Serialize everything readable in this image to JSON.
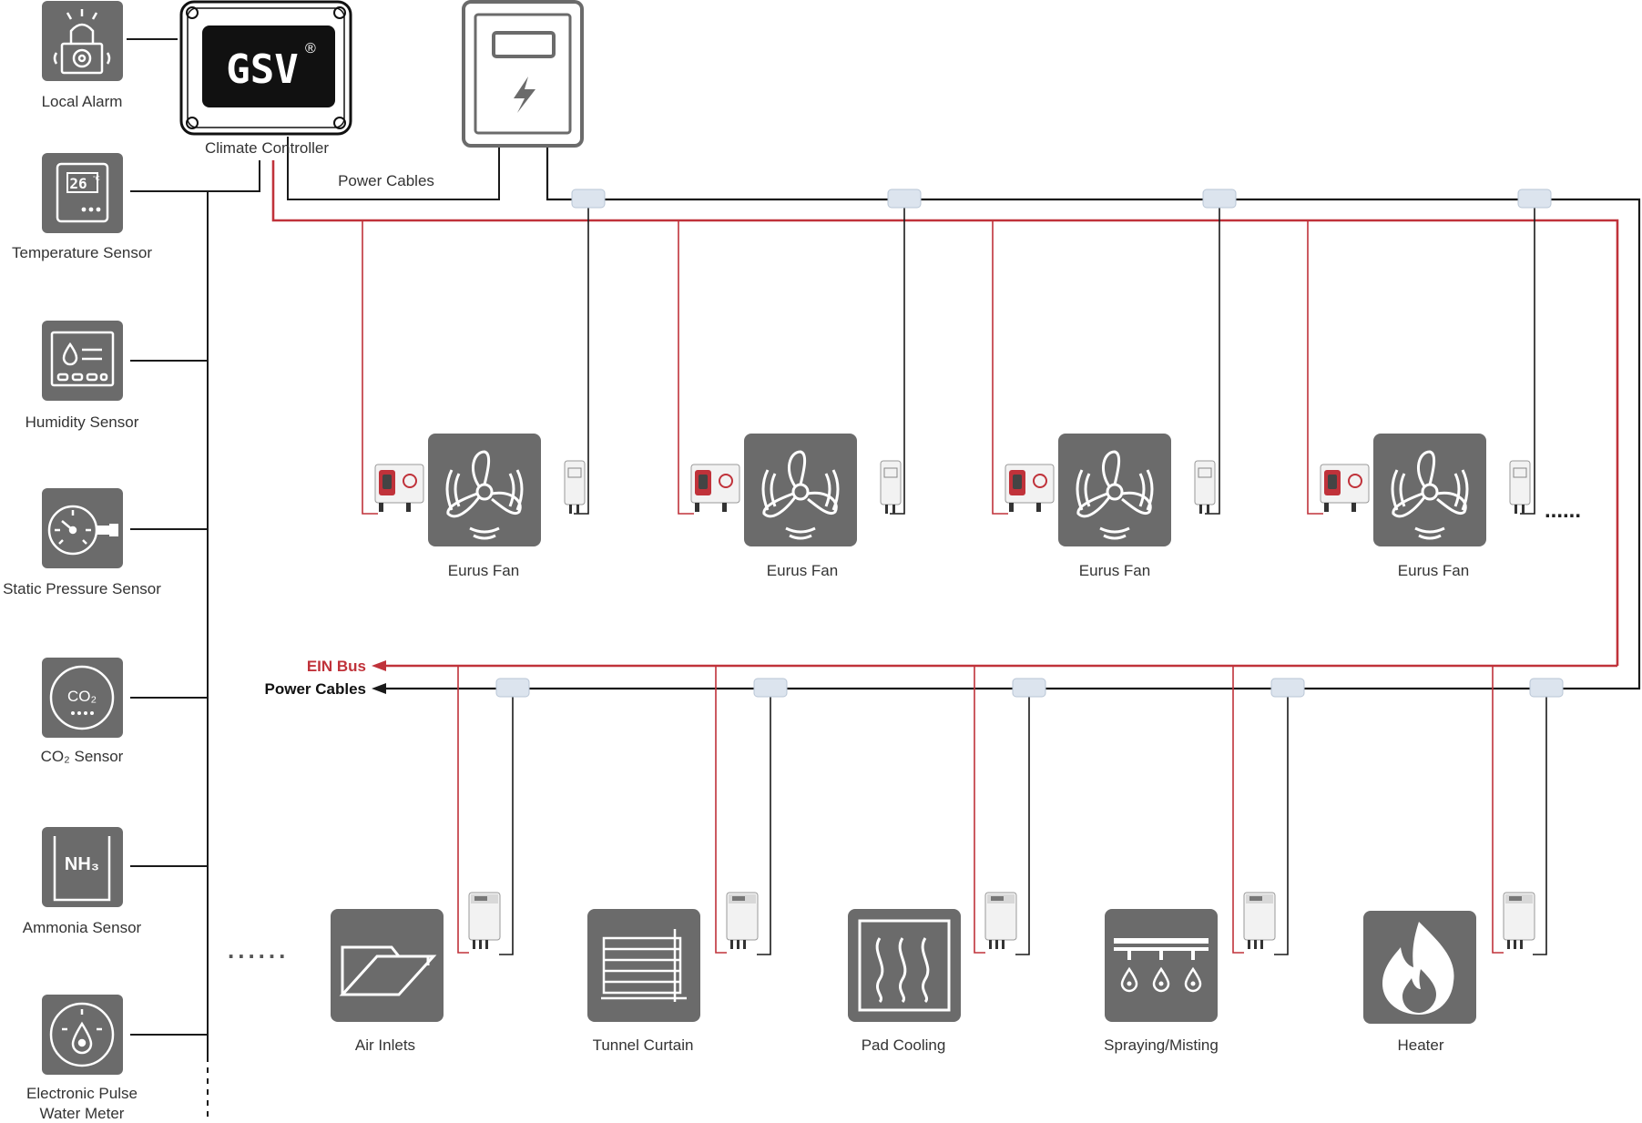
{
  "colors": {
    "icon_tile": "#6b6b6b",
    "bus_red": "#c0323a",
    "power_black": "#1a1a1a",
    "connector": "#dce4ee",
    "controller_bg": "#111111"
  },
  "controller": {
    "brand": "GSV",
    "registered_mark": "®",
    "label": "Climate Controller"
  },
  "power_box": {
    "label": "Power Cables",
    "icon": "lightning-bolt-icon"
  },
  "sensors": [
    {
      "label": "Local Alarm",
      "icon": "alarm-light-icon"
    },
    {
      "label": "Temperature Sensor",
      "icon": "thermostat-display-icon",
      "display": "26",
      "unit": "°C"
    },
    {
      "label": "Humidity Sensor",
      "icon": "humidity-panel-icon"
    },
    {
      "label": "Static Pressure Sensor",
      "icon": "pressure-gauge-icon"
    },
    {
      "label": "CO₂ Sensor",
      "icon": "co2-sensor-icon",
      "badge": "CO₂"
    },
    {
      "label": "Ammonia Sensor",
      "icon": "ammonia-sensor-icon",
      "badge": "NH₃"
    },
    {
      "label_line1": "Electronic Pulse",
      "label_line2": "Water Meter",
      "icon": "water-meter-icon"
    }
  ],
  "fans": [
    {
      "label": "Eurus Fan",
      "icon": "fan-icon"
    },
    {
      "label": "Eurus Fan",
      "icon": "fan-icon"
    },
    {
      "label": "Eurus Fan",
      "icon": "fan-icon"
    },
    {
      "label": "Eurus Fan",
      "icon": "fan-icon"
    }
  ],
  "fans_more": "......",
  "legend": {
    "bus_label": "EIN Bus",
    "power_label": "Power Cables"
  },
  "equipment": [
    {
      "label": "Air Inlets",
      "icon": "air-inlet-icon"
    },
    {
      "label": "Tunnel Curtain",
      "icon": "tunnel-curtain-icon"
    },
    {
      "label": "Pad Cooling",
      "icon": "pad-cooling-icon"
    },
    {
      "label": "Spraying/Misting",
      "icon": "spray-misting-icon"
    },
    {
      "label": "Heater",
      "icon": "heater-flame-icon"
    }
  ],
  "equipment_more": "......"
}
